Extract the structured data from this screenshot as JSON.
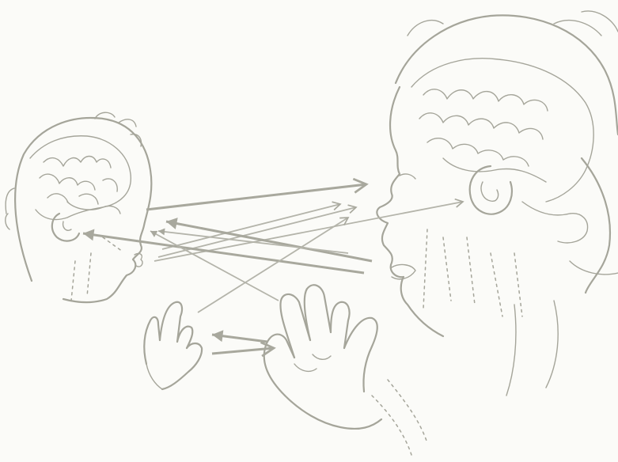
{
  "illustration": {
    "subjects": [
      "infant-head",
      "adult-head",
      "infant-hand",
      "adult-hand"
    ],
    "ink_color": "#a5a59a",
    "background_color": "#fbfbf8",
    "arrow_count": 11
  }
}
